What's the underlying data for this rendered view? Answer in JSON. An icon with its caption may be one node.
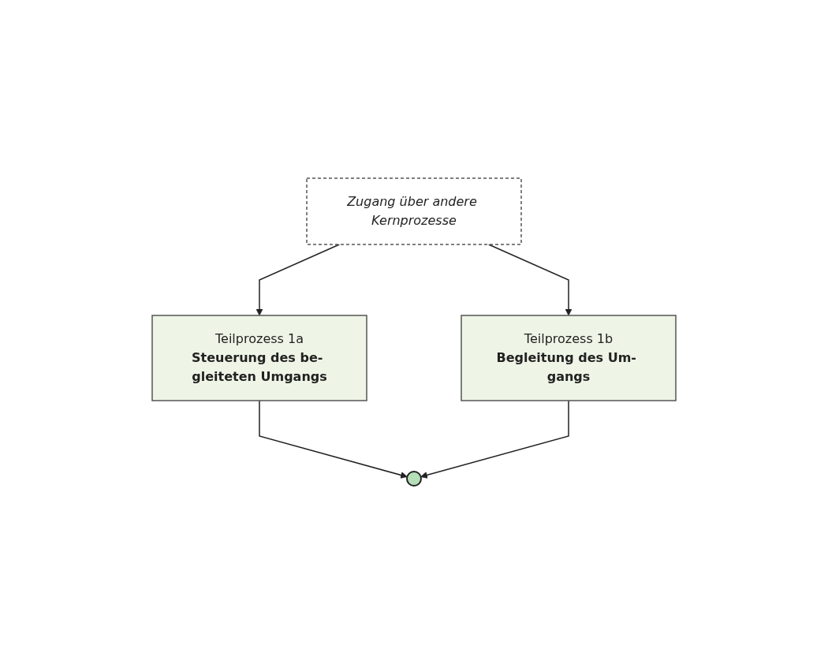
{
  "diagram": {
    "nodes": [
      {
        "text": [
          "Zugang über andere Kernprozesse"
        ]
      },
      {
        "text": [
          "Teilprozess 1a",
          "Steuerung des be- gleiteten Umgangs"
        ]
      },
      {
        "text": [
          "Teilprozess 1b",
          "Begleitung des Um- gangs"
        ]
      },
      {
        "text": [],
        "shape": "circle"
      }
    ],
    "edges": [
      {
        "from": 0,
        "to": 1,
        "arrow": "to"
      },
      {
        "from": 0,
        "to": 2,
        "arrow": "to"
      },
      {
        "from": 1,
        "to": 3,
        "arrow": "to"
      },
      {
        "from": 2,
        "to": 3,
        "arrow": "to"
      }
    ]
  }
}
